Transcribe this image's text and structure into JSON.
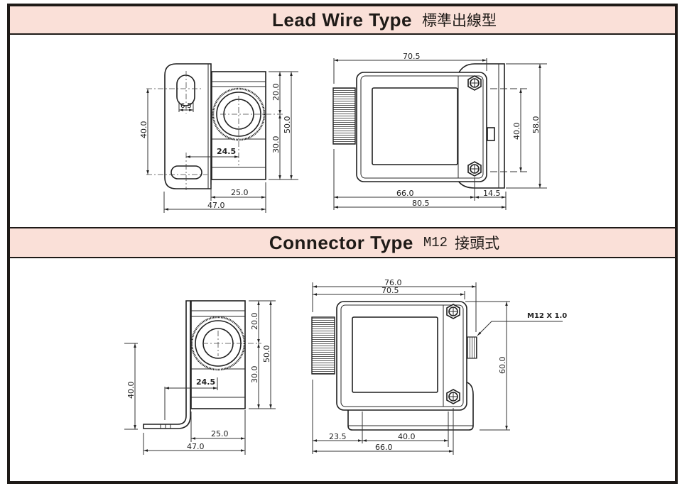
{
  "sections": [
    {
      "title": "Lead Wire Type",
      "subtitle_cjk": "標準出線型",
      "side_view": {
        "dimensions": {
          "slot_width": "6.5",
          "slot_spacing": "40.0",
          "center_offset": "24.5",
          "upper_height": "20.0",
          "lower_height": "30.0",
          "total_height": "50.0",
          "body_depth": "25.0",
          "total_depth": "47.0"
        }
      },
      "front_view": {
        "dimensions": {
          "top_width": "70.5",
          "bolt_spacing": "40.0",
          "total_height": "58.0",
          "body_width": "66.0",
          "bracket_width": "14.5",
          "total_width": "80.5"
        }
      }
    },
    {
      "title": "Connector Type",
      "subtitle_code": "M12",
      "subtitle_cjk": "接頭式",
      "side_view": {
        "dimensions": {
          "hole_height": "40.0",
          "center_offset": "24.5",
          "upper_height": "20.0",
          "lower_height": "30.0",
          "total_height": "50.0",
          "body_depth": "25.0",
          "total_depth": "47.0"
        }
      },
      "front_view": {
        "thread_label": "M12 X 1.0",
        "dimensions": {
          "overall_width": "76.0",
          "top_width": "70.5",
          "total_height": "60.0",
          "left_offset": "23.5",
          "hole_spacing": "40.0",
          "body_width": "66.0"
        }
      }
    }
  ],
  "colors": {
    "band": "#fae0d8",
    "frame": "#1e1a17"
  }
}
